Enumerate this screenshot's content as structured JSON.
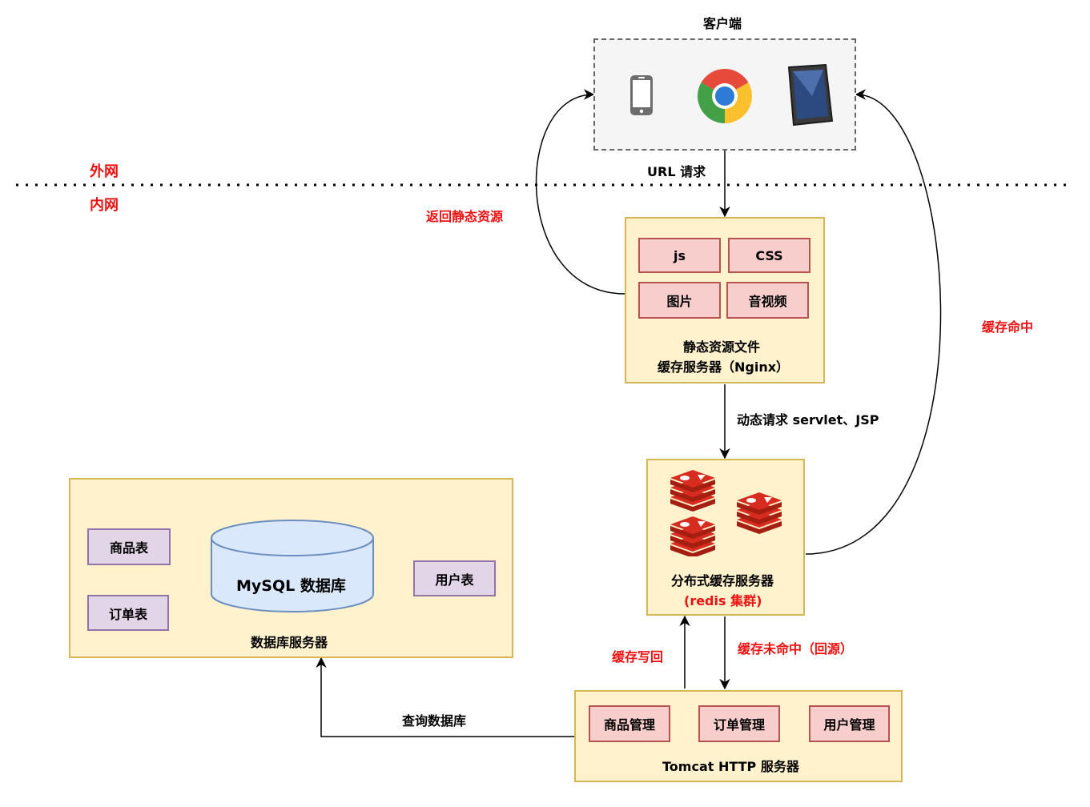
{
  "client": {
    "title": "客户端"
  },
  "network": {
    "external": "外网",
    "internal": "内网"
  },
  "edges": {
    "url_request": "URL 请求",
    "return_static": "返回静态资源",
    "dynamic_request": "动态请求 servlet、JSP",
    "cache_hit": "缓存命中",
    "cache_writeback": "缓存写回",
    "cache_miss": "缓存未命中（回源）",
    "query_db": "查询数据库"
  },
  "nginx": {
    "items": [
      "js",
      "CSS",
      "图片",
      "音视频"
    ],
    "label_line1": "静态资源文件",
    "label_line2": "缓存服务器（Nginx）"
  },
  "redis": {
    "label": "分布式缓存服务器",
    "sublabel": "(redis 集群)"
  },
  "db": {
    "cylinder": "MySQL 数据库",
    "label": "数据库服务器",
    "tables": [
      "商品表",
      "订单表",
      "用户表"
    ]
  },
  "tomcat": {
    "modules": [
      "商品管理",
      "订单管理",
      "用户管理"
    ],
    "label": "Tomcat HTTP 服务器"
  },
  "colors": {
    "red": "#ee1111",
    "yellow_fill": "#fff2cc",
    "yellow_border": "#d6b656",
    "pink_fill": "#f8cecc",
    "purple_fill": "#e1d5e7"
  }
}
